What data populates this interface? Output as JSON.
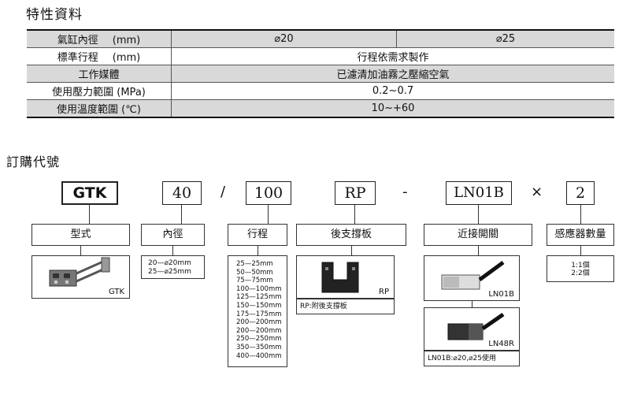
{
  "heading_specs": "特性資料",
  "spec_table": {
    "rows": [
      {
        "label": "氣缸內徑",
        "unit": "(mm)",
        "values": [
          "⌀20",
          "⌀25"
        ]
      },
      {
        "label": "標準行程",
        "unit": "(mm)",
        "values": [
          "行程依需求製作"
        ]
      },
      {
        "label": "工作媒體",
        "unit": "",
        "values": [
          "已濾清加油霧之壓縮空氣"
        ]
      },
      {
        "label": "使用壓力範圍 (MPa)",
        "unit": "",
        "values": [
          "0.2~0.7"
        ]
      },
      {
        "label": "使用溫度範圍 (℃)",
        "unit": "",
        "values": [
          "10~+60"
        ]
      }
    ]
  },
  "heading_order": "訂購代號",
  "order_code": {
    "model": "GTK",
    "bore": "40",
    "slash": "/",
    "stroke": "100",
    "back": "RP",
    "dash": "-",
    "switch": "LN01B",
    "times": "×",
    "qty": "2"
  },
  "categories": {
    "model": "型式",
    "bore": "內徑",
    "stroke": "行程",
    "back": "後支撐板",
    "switch": "近接開關",
    "qty": "感應器數量"
  },
  "model_image_label": "GTK",
  "bore_options": [
    "20—⌀20mm",
    "25—⌀25mm"
  ],
  "stroke_options": [
    "25—25mm",
    "50—50mm",
    "75—75mm",
    "100—100mm",
    "125—125mm",
    "150—150mm",
    "175—175mm",
    "200—200mm",
    "200—200mm",
    "250—250mm",
    "350—350mm",
    "400—400mm"
  ],
  "back_image_label": "RP",
  "back_caption": "RP:附後支撐板",
  "switch_images": [
    "LN01B",
    "LN48R"
  ],
  "switch_caption": "LN01B:⌀20,⌀25使用",
  "qty_options": [
    "1:1個",
    "2:2個"
  ]
}
